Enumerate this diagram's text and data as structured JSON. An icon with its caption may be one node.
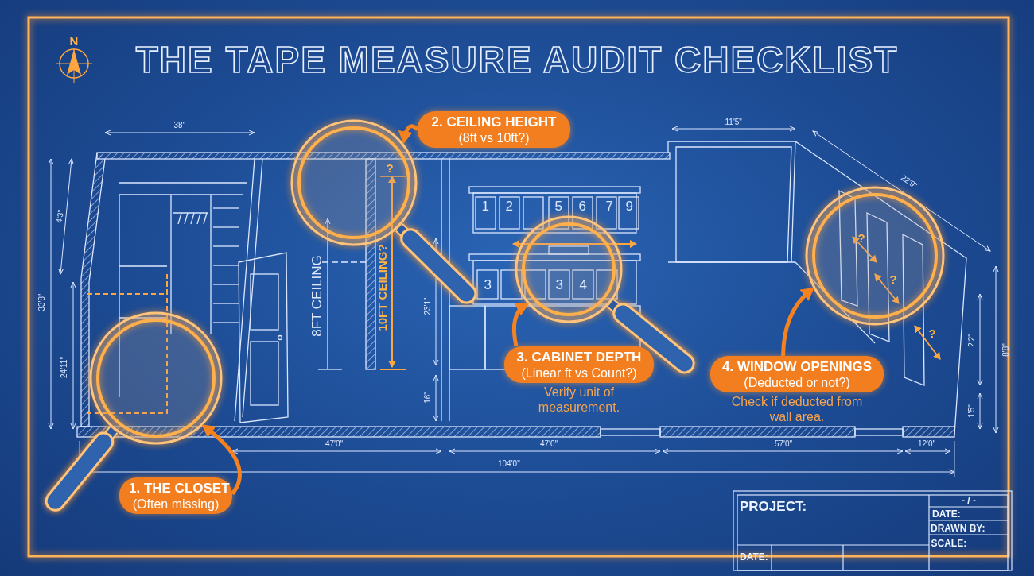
{
  "diagram": {
    "title": "THE TAPE MEASURE AUDIT CHECKLIST",
    "nodes": [
      {
        "text": [],
        "shape": "circle"
      },
      {
        "text": [
          "2. CEILING HEIGHT",
          "(8ft vs 10ft?)"
        ]
      },
      {
        "text": [],
        "shape": "circle"
      },
      {
        "text": [],
        "shape": "circle"
      },
      {
        "text": [],
        "shape": "circle"
      },
      {
        "text": [
          "3. CABINET DEPTH",
          "(Linear ft vs Count?)"
        ],
        "beside": [
          "Verify unit of measurement."
        ]
      },
      {
        "text": [
          "4. WINDOW OPENINGS",
          "(Deducted or not?)"
        ],
        "beside": [
          "Check if deducted from wall area."
        ]
      },
      {
        "text": [
          "1. THE CLOSET",
          "(Often missing)"
        ]
      }
    ],
    "edges": [
      {
        "from": 1,
        "to": 0,
        "arrow": "to"
      },
      {
        "from": 5,
        "to": 2,
        "arrow": "to"
      },
      {
        "from": 6,
        "to": 3,
        "arrow": "to"
      },
      {
        "from": 7,
        "to": 4,
        "arrow": "to"
      }
    ],
    "labels": [
      "N",
      "38\"",
      "11'5\"",
      "4'3\"",
      "?",
      "1",
      "2",
      "5",
      "6",
      "7",
      "9",
      "22'9\"",
      "33'8\"",
      "8FT CEILING",
      "10FT CEILING?",
      "3",
      "3",
      "4",
      "?",
      "?",
      "?",
      "23'1\"",
      "2'2\"",
      "8'8\"",
      "24'11\"",
      "16\"",
      "1'5\"",
      "47'0\"",
      "47'0\"",
      "57'0\"",
      "12'0\"",
      "104'0\"",
      "PROJECT:",
      "- / -",
      "DATE:",
      "DRAWN BY:",
      "SCALE:",
      "DATE:"
    ]
  }
}
